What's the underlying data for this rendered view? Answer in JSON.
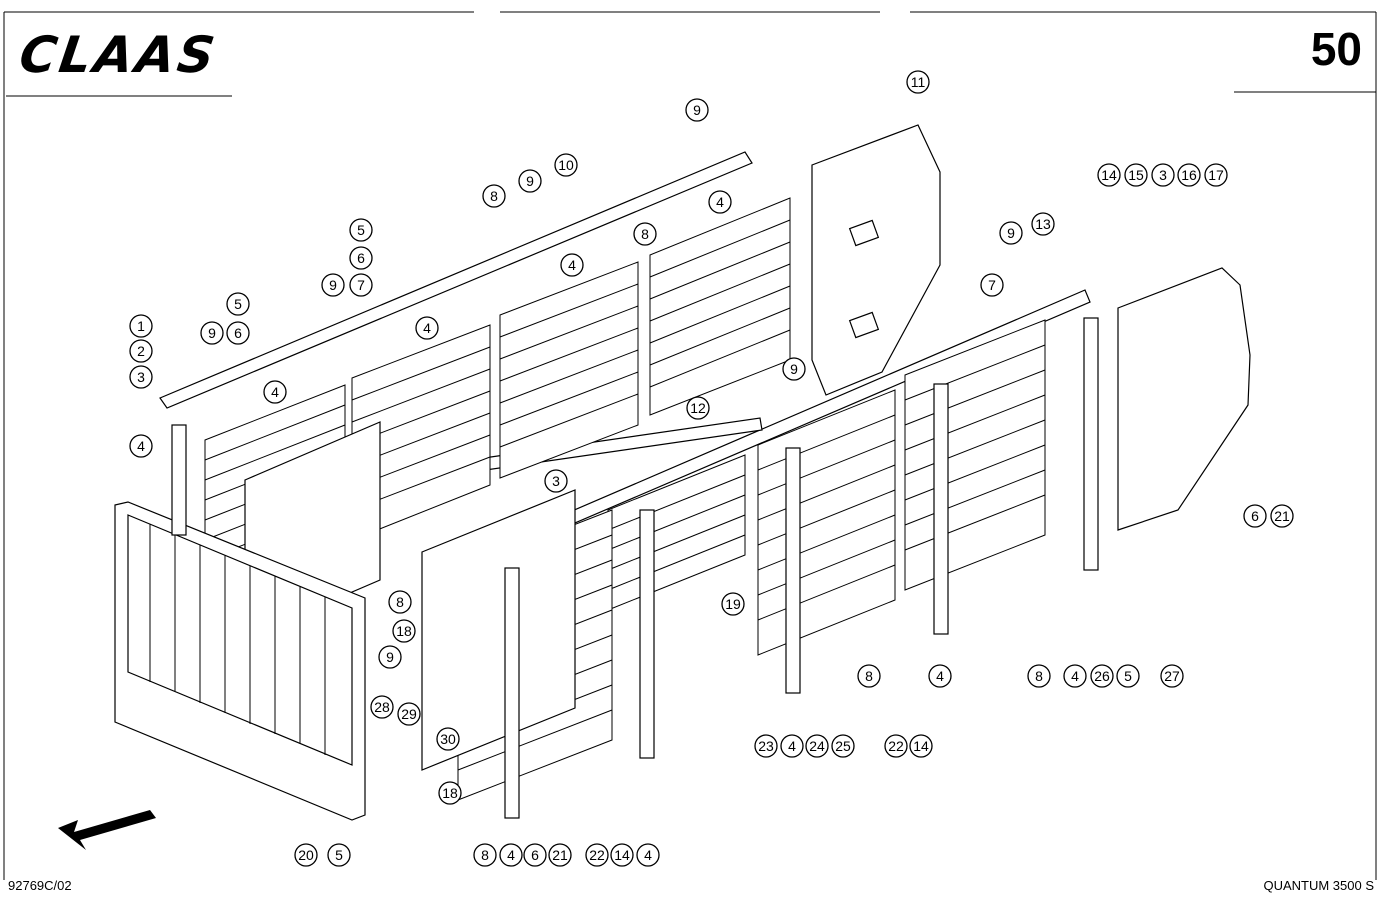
{
  "header": {
    "logo_text": "CLAAS",
    "page_number": "50"
  },
  "footer": {
    "drawing_code": "92769C/02",
    "model": "QUANTUM 3500 S"
  },
  "callouts": [
    {
      "id": "c-11",
      "label": "11"
    },
    {
      "id": "c-9a",
      "label": "9"
    },
    {
      "id": "c-10",
      "label": "10"
    },
    {
      "id": "c-9b",
      "label": "9"
    },
    {
      "id": "c-8a",
      "label": "8"
    },
    {
      "id": "c-4a",
      "label": "4"
    },
    {
      "id": "c-8b",
      "label": "8"
    },
    {
      "id": "c-4b",
      "label": "4"
    },
    {
      "id": "c-5a",
      "label": "5"
    },
    {
      "id": "c-6a",
      "label": "6"
    },
    {
      "id": "c-9c",
      "label": "9"
    },
    {
      "id": "c-7a",
      "label": "7"
    },
    {
      "id": "c-5b",
      "label": "5"
    },
    {
      "id": "c-6b",
      "label": "6"
    },
    {
      "id": "c-1",
      "label": "1"
    },
    {
      "id": "c-2",
      "label": "2"
    },
    {
      "id": "c-3a",
      "label": "3"
    },
    {
      "id": "c-9d",
      "label": "9"
    },
    {
      "id": "c-4c",
      "label": "4"
    },
    {
      "id": "c-4d",
      "label": "4"
    },
    {
      "id": "c-4e",
      "label": "4"
    },
    {
      "id": "c-9e",
      "label": "9"
    },
    {
      "id": "c-13",
      "label": "13"
    },
    {
      "id": "c-7b",
      "label": "7"
    },
    {
      "id": "c-14a",
      "label": "14"
    },
    {
      "id": "c-15",
      "label": "15"
    },
    {
      "id": "c-3b",
      "label": "3"
    },
    {
      "id": "c-16",
      "label": "16"
    },
    {
      "id": "c-17",
      "label": "17"
    },
    {
      "id": "c-12",
      "label": "12"
    },
    {
      "id": "c-9f",
      "label": "9"
    },
    {
      "id": "c-3c",
      "label": "3"
    },
    {
      "id": "c-6c",
      "label": "6"
    },
    {
      "id": "c-21a",
      "label": "21"
    },
    {
      "id": "c-8c",
      "label": "8"
    },
    {
      "id": "c-18a",
      "label": "18"
    },
    {
      "id": "c-19",
      "label": "19"
    },
    {
      "id": "c-9g",
      "label": "9"
    },
    {
      "id": "c-28",
      "label": "28"
    },
    {
      "id": "c-29",
      "label": "29"
    },
    {
      "id": "c-30",
      "label": "30"
    },
    {
      "id": "c-8d",
      "label": "8"
    },
    {
      "id": "c-4f",
      "label": "4"
    },
    {
      "id": "c-8e",
      "label": "8"
    },
    {
      "id": "c-4g",
      "label": "4"
    },
    {
      "id": "c-26",
      "label": "26"
    },
    {
      "id": "c-5c",
      "label": "5"
    },
    {
      "id": "c-27",
      "label": "27"
    },
    {
      "id": "c-23",
      "label": "23"
    },
    {
      "id": "c-4h",
      "label": "4"
    },
    {
      "id": "c-24",
      "label": "24"
    },
    {
      "id": "c-25",
      "label": "25"
    },
    {
      "id": "c-22a",
      "label": "22"
    },
    {
      "id": "c-14b",
      "label": "14"
    },
    {
      "id": "c-18b",
      "label": "18"
    },
    {
      "id": "c-20",
      "label": "20"
    },
    {
      "id": "c-5d",
      "label": "5"
    },
    {
      "id": "c-8f",
      "label": "8"
    },
    {
      "id": "c-4i",
      "label": "4"
    },
    {
      "id": "c-6d",
      "label": "6"
    },
    {
      "id": "c-21b",
      "label": "21"
    },
    {
      "id": "c-22b",
      "label": "22"
    },
    {
      "id": "c-14c",
      "label": "14"
    },
    {
      "id": "c-4j",
      "label": "4"
    }
  ]
}
